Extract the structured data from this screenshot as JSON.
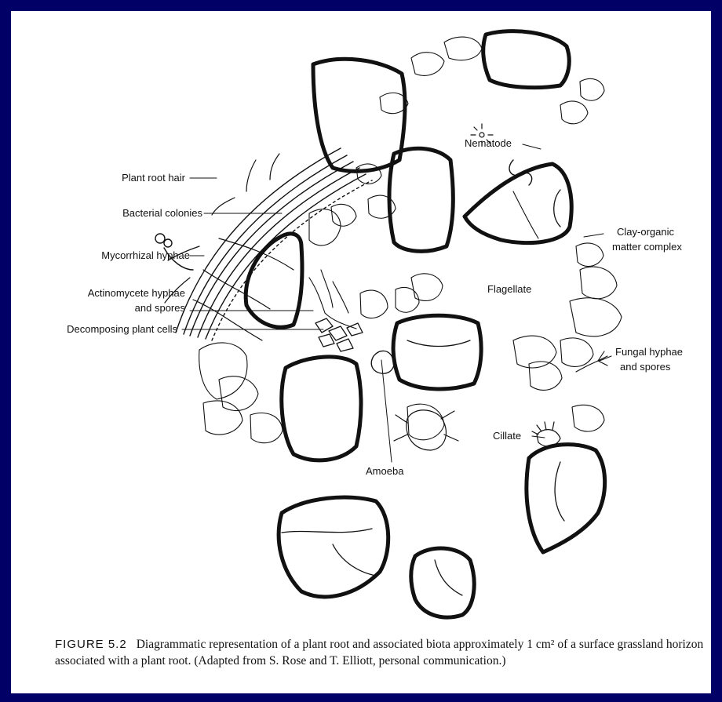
{
  "colors": {
    "frame": "#000066",
    "panel": "#ffffff",
    "ink": "#111111"
  },
  "labels": {
    "plant_root_hair": "Plant root hair",
    "bacterial_colonies": "Bacterial colonies",
    "mycorrhizal_hyphae": "Mycorrhizal hyphae",
    "actinomycete_1": "Actinomycete hyphae",
    "actinomycete_2": "and spores",
    "decomposing": "Decomposing plant cells",
    "nematode": "Nematode",
    "clay_1": "Clay-organic",
    "clay_2": "matter complex",
    "flagellate": "Flagellate",
    "fungal_1": "Fungal hyphae",
    "fungal_2": "and spores",
    "ciliate": "Cillate",
    "amoeba": "Amoeba"
  },
  "caption": {
    "figure_number": "FIGURE 5.2",
    "text": "Diagrammatic representation of a plant root and associated biota approximately 1 cm² of a surface grassland horizon associated with a plant root. (Adapted from S. Rose and T. Elliott, personal communication.)"
  }
}
